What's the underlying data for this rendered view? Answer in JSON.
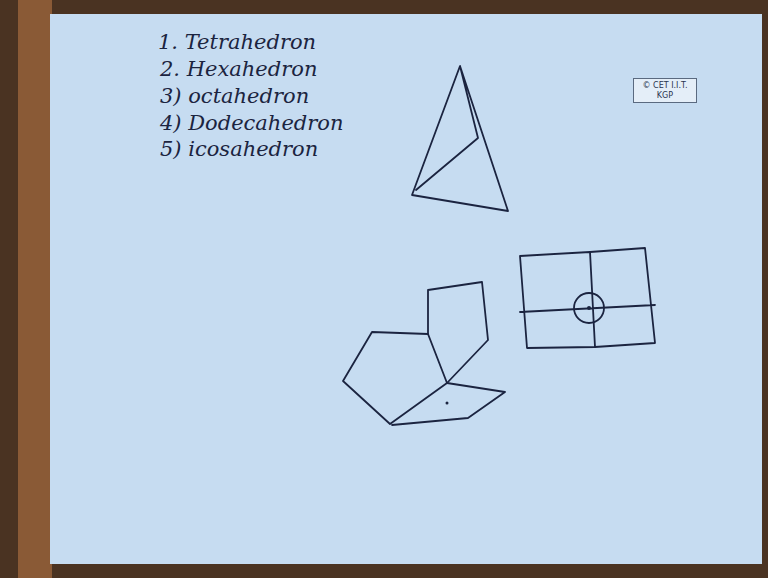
{
  "diagram": {
    "nodes": [
      {
        "text": [
          "© CET I.I.T. KGP"
        ]
      }
    ],
    "labels": [
      "1. Tetrahedron",
      "2. Hexahedron",
      "3) octahedron",
      "4) Dodecahedron",
      "5) icosahedron"
    ]
  }
}
